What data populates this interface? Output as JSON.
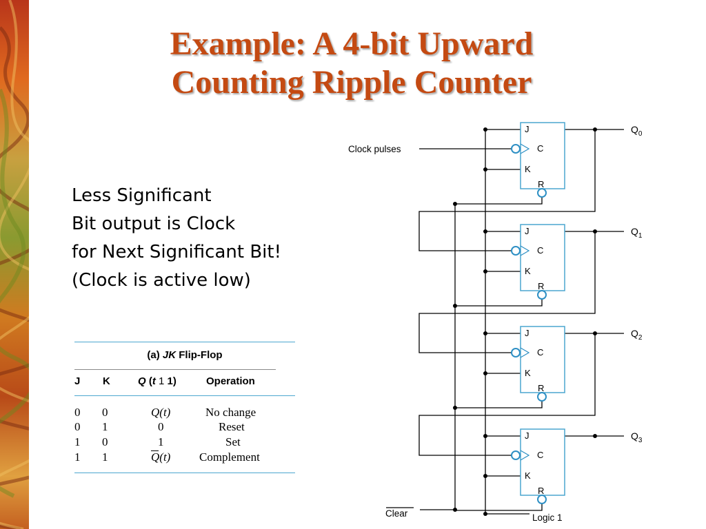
{
  "slide": {
    "title_line1": "Example: A 4-bit Upward",
    "title_line2": "Counting Ripple Counter",
    "body_lines": [
      "Less Significant",
      "Bit output is Clock",
      "for Next Significant Bit!",
      "(Clock is active low)"
    ]
  },
  "table": {
    "caption_prefix": "(a) ",
    "caption_jk": "JK",
    "caption_suffix": " Flip-Flop",
    "headers": {
      "j": "J",
      "k": "K",
      "q_q": "Q",
      "q_open": " (",
      "q_t": "t",
      "q_sym": " 1",
      "q_close": "  1)",
      "operation": "Operation"
    },
    "rows": [
      {
        "j": "0",
        "k": "0",
        "q": "Q(t)",
        "q_overline": false,
        "op": "No change"
      },
      {
        "j": "0",
        "k": "1",
        "q": "0",
        "q_overline": false,
        "op": "Reset"
      },
      {
        "j": "1",
        "k": "0",
        "q": "1",
        "q_overline": false,
        "op": "Set"
      },
      {
        "j": "1",
        "k": "1",
        "q": "Q(t)",
        "q_overline": true,
        "op": "Complement"
      }
    ]
  },
  "circuit": {
    "clock_label": "Clock pulses",
    "clear_label": "Clear",
    "logic1_label": "Logic 1",
    "pin_labels": {
      "j": "J",
      "c": "C",
      "k": "K",
      "r": "R"
    },
    "outputs": [
      {
        "name": "Q",
        "sub": "0"
      },
      {
        "name": "Q",
        "sub": "1"
      },
      {
        "name": "Q",
        "sub": "2"
      },
      {
        "name": "Q",
        "sub": "3"
      }
    ],
    "colors": {
      "box_stroke": "#4aa6cf",
      "bubble_stroke": "#2d8fc4",
      "wire": "#000000"
    }
  },
  "theme": {
    "title_color": "#c44a12",
    "rule_color": "#4aa6cf"
  }
}
